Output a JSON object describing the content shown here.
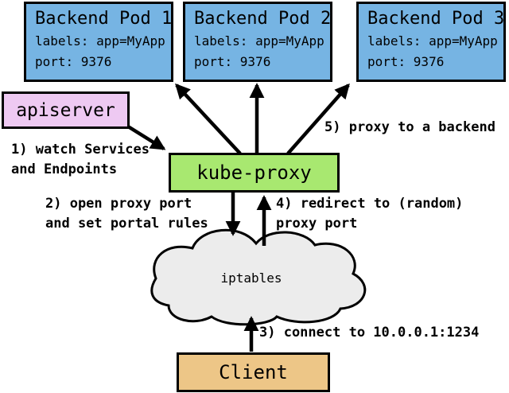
{
  "diagram": {
    "title_semantic": "kube-proxy userspace proxy mode diagram",
    "colors": {
      "pod_fill": "#76b4e3",
      "apiserver_fill": "#eec9f2",
      "kube_proxy_fill": "#a8e870",
      "cloud_fill": "#ececec",
      "client_fill": "#edc687",
      "stroke": "#000000"
    },
    "pods": [
      {
        "title": "Backend Pod 1",
        "labels": "labels: app=MyApp",
        "port": "port: 9376"
      },
      {
        "title": "Backend Pod 2",
        "labels": "labels: app=MyApp",
        "port": "port: 9376"
      },
      {
        "title": "Backend Pod 3",
        "labels": "labels: app=MyApp",
        "port": "port: 9376"
      }
    ],
    "apiserver_label": "apiserver",
    "kube_proxy_label": "kube-proxy",
    "iptables_label": "iptables",
    "client_label": "Client",
    "annotations": {
      "step1": {
        "line1": "1) watch Services",
        "line2": "and Endpoints"
      },
      "step2": {
        "line1": "2) open proxy port",
        "line2": "and set portal rules"
      },
      "step3": {
        "line1": "3) connect to 10.0.0.1:1234"
      },
      "step4": {
        "line1": "4) redirect to (random)",
        "line2": "proxy port"
      },
      "step5": {
        "line1": "5) proxy to a backend"
      }
    }
  }
}
